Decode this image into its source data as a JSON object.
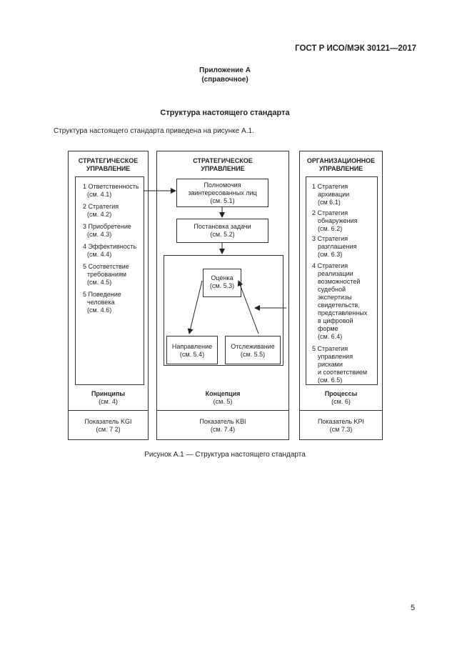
{
  "document": {
    "standard_id": "ГОСТ Р ИСО/МЭК 30121—2017",
    "appendix_title": "Приложение А",
    "appendix_type": "(справочное)",
    "section_title": "Структура настоящего стандарта",
    "intro_text": "Структура настоящего стандарта приведена на рисунке А.1.",
    "figure_caption": "Рисунок А.1 — Структура настоящего стандарта",
    "page_number": "5"
  },
  "figure": {
    "left_column": {
      "header_line1": "СТРАТЕГИЧЕСКОЕ",
      "header_line2": "УПРАВЛЕНИЕ",
      "items": [
        {
          "line1": "1 Ответственность",
          "line2": "",
          "ref": "(см. 4.1)"
        },
        {
          "line1": "2 Стратегия",
          "line2": "",
          "ref": "(см. 4.2)"
        },
        {
          "line1": "3 Приобретение",
          "line2": "",
          "ref": "(см. 4.3)"
        },
        {
          "line1": "4 Эффективность",
          "line2": "",
          "ref": "(см. 4.4)"
        },
        {
          "line1": "5 Соответствие",
          "line2": "требованиям",
          "ref": "(см. 4.5)"
        },
        {
          "line1": "5 Поведение",
          "line2": "человека",
          "ref": "(см. 4.6)"
        }
      ],
      "bottom_label": "Принципы",
      "bottom_ref": "(см. 4)",
      "metric_label": "Показатель KGI",
      "metric_ref": "(см. 7 2)"
    },
    "middle_column": {
      "header_line1": "СТРАТЕГИЧЕСКОЕ",
      "header_line2": "УПРАВЛЕНИЕ",
      "box_authority_line1": "Полномочия",
      "box_authority_line2": "заинтересованных лиц",
      "box_authority_ref": "(см. 5.1)",
      "box_task_label": "Постановка задачи",
      "box_task_ref": "(см. 5.2)",
      "box_evaluate_label": "Оценка",
      "box_evaluate_ref": "(см. 5.3)",
      "box_direct_label": "Направление",
      "box_direct_ref": "(см. 5.4)",
      "box_monitor_label": "Отслеживание",
      "box_monitor_ref": "(см. 5.5)",
      "bottom_label": "Концепция",
      "bottom_ref": "(см. 5)",
      "metric_label": "Показатель KBI",
      "metric_ref": "(см. 7.4)"
    },
    "right_column": {
      "header_line1": "ОРГАНИЗАЦИОННОЕ",
      "header_line2": "УПРАВЛЕНИЕ",
      "items": [
        {
          "lines": [
            "1 Стратегия",
            "архивации"
          ],
          "ref": "(см  6.1)"
        },
        {
          "lines": [
            "2 Стратегия",
            "обнаружения"
          ],
          "ref": "(см. 6.2)"
        },
        {
          "lines": [
            "3 Стратегия",
            "разглашения"
          ],
          "ref": "(см. 6.3)"
        },
        {
          "lines": [
            "4 Стратегия",
            "реализации",
            "возможностей",
            "судебной",
            "экспертизы",
            "свидетельств,",
            "представленных",
            "в цифровой",
            "форме"
          ],
          "ref": "(см. 6.4)"
        },
        {
          "lines": [
            "5 Стратегия",
            "управления",
            "рисками",
            "и соответствием"
          ],
          "ref": "(см. 6.5)"
        }
      ],
      "bottom_label": "Процессы",
      "bottom_ref": "(см. 6)",
      "metric_label": "Показатель KPI",
      "metric_ref": "(см  7.3)"
    }
  }
}
